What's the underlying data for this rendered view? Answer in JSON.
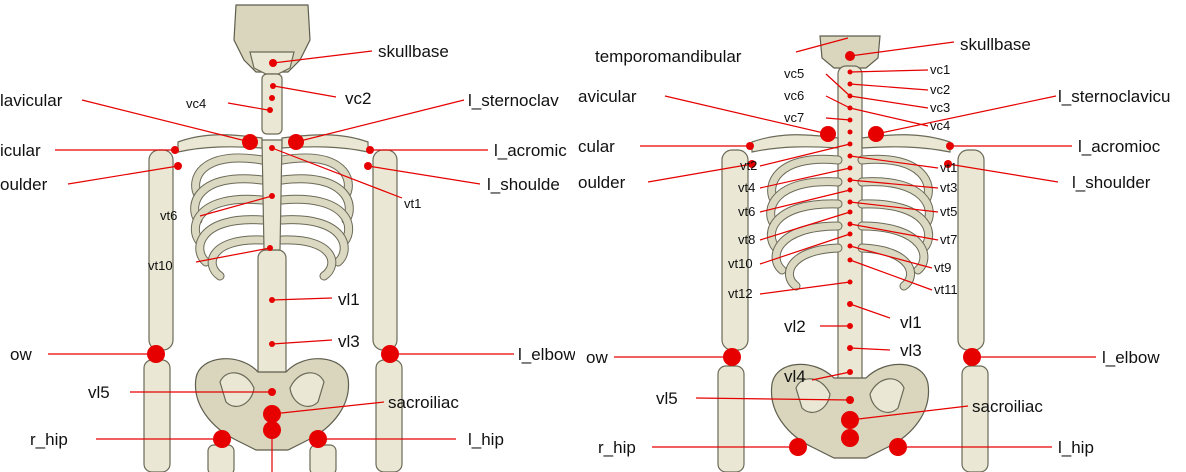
{
  "colors": {
    "marker": "#e60000",
    "bone": "#eae8d4",
    "bone_outline": "#6b6a58",
    "text": "#111111"
  },
  "left_panel": {
    "labels": {
      "skullbase": "skullbase",
      "vc4": "vc4",
      "vc2": "vc2",
      "r_sternoclavicular": "lavicular",
      "l_sternoclavicular": "l_sternoclav",
      "r_acromioclavicular": "icular",
      "l_acromioclavicular": "l_acromic",
      "r_shoulder": "oulder",
      "l_shoulder": "l_shoulde",
      "vt6": "vt6",
      "vt1": "vt1",
      "vt10": "vt10",
      "vl1": "vl1",
      "vl3": "vl3",
      "r_elbow": "ow",
      "l_elbow": "l_elbow",
      "vl5": "vl5",
      "sacroiliac": "sacroiliac",
      "r_hip": "r_hip",
      "l_hip": "l_hip"
    }
  },
  "right_panel": {
    "labels": {
      "temporomandibular": "temporomandibular",
      "skullbase": "skullbase",
      "vc5": "vc5",
      "vc6": "vc6",
      "vc7": "vc7",
      "vc1": "vc1",
      "vc2": "vc2",
      "vc3": "vc3",
      "vc4": "vc4",
      "r_sternoclavicular": "avicular",
      "l_sternoclavicular": "l_sternoclavicu",
      "r_acromioclavicular": "cular",
      "l_acromioclavicular": "l_acromioc",
      "r_shoulder": "oulder",
      "l_shoulder": "l_shoulder",
      "vt1": "vt1",
      "vt2": "vt2",
      "vt3": "vt3",
      "vt4": "vt4",
      "vt5": "vt5",
      "vt6": "vt6",
      "vt7": "vt7",
      "vt8": "vt8",
      "vt9": "vt9",
      "vt10": "vt10",
      "vt11": "vt11",
      "vt12": "vt12",
      "vl1": "vl1",
      "vl2": "vl2",
      "vl3": "vl3",
      "vl4": "vl4",
      "vl5": "vl5",
      "r_elbow": "ow",
      "l_elbow": "l_elbow",
      "sacroiliac": "sacroiliac",
      "r_hip": "r_hip",
      "l_hip": "l_hip"
    }
  }
}
